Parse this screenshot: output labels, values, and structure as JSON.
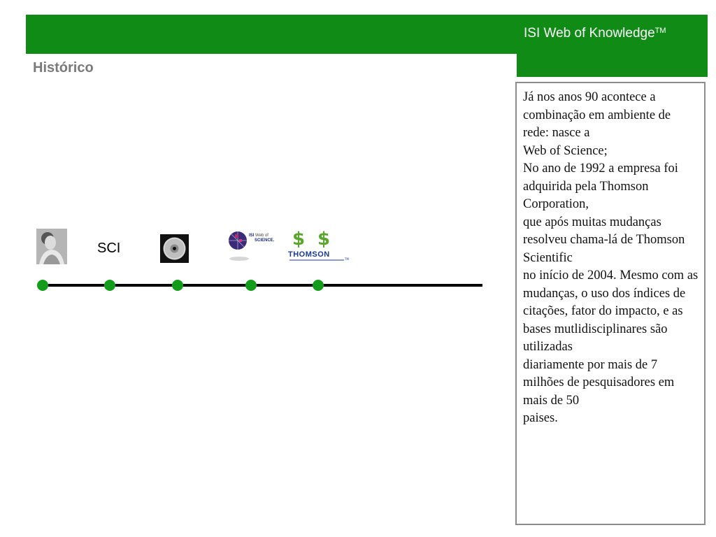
{
  "header": {
    "brand": "ISI Web of Knowledge",
    "brand_mark": "TM"
  },
  "section_title": "Histórico",
  "timeline": {
    "sci_label": "SCI",
    "items": [
      "photo",
      "SCI",
      "cd-icon",
      "web-of-science-logo",
      "thomson-logo"
    ],
    "wos_logo_text": {
      "isi": "ISI",
      "web_of": "Web of",
      "science": "SCIENCE."
    },
    "thomson_logo_text": "THOMSON",
    "thomson_logo_mark": "TM"
  },
  "panel": {
    "lines": [
      "Já nos anos 90 acontece a combinação em ambiente de rede: nasce a",
      "Web of Science;",
      "No ano de 1992 a empresa foi adquirida pela Thomson Corporation,",
      "que após muitas mudanças resolveu chama-lá de Thomson Scientific",
      "no início de 2004. Mesmo com as mudanças, o uso dos índices de",
      "citações, fator do impacto, e as bases mutlidisciplinares são utilizadas",
      "diariamente por mais de 7 milhões de pesquisadores em mais de 50",
      "paises."
    ]
  },
  "colors": {
    "brand_green": "#108c16",
    "dot_green": "#139c1b",
    "title_gray": "#7a7a7a"
  }
}
